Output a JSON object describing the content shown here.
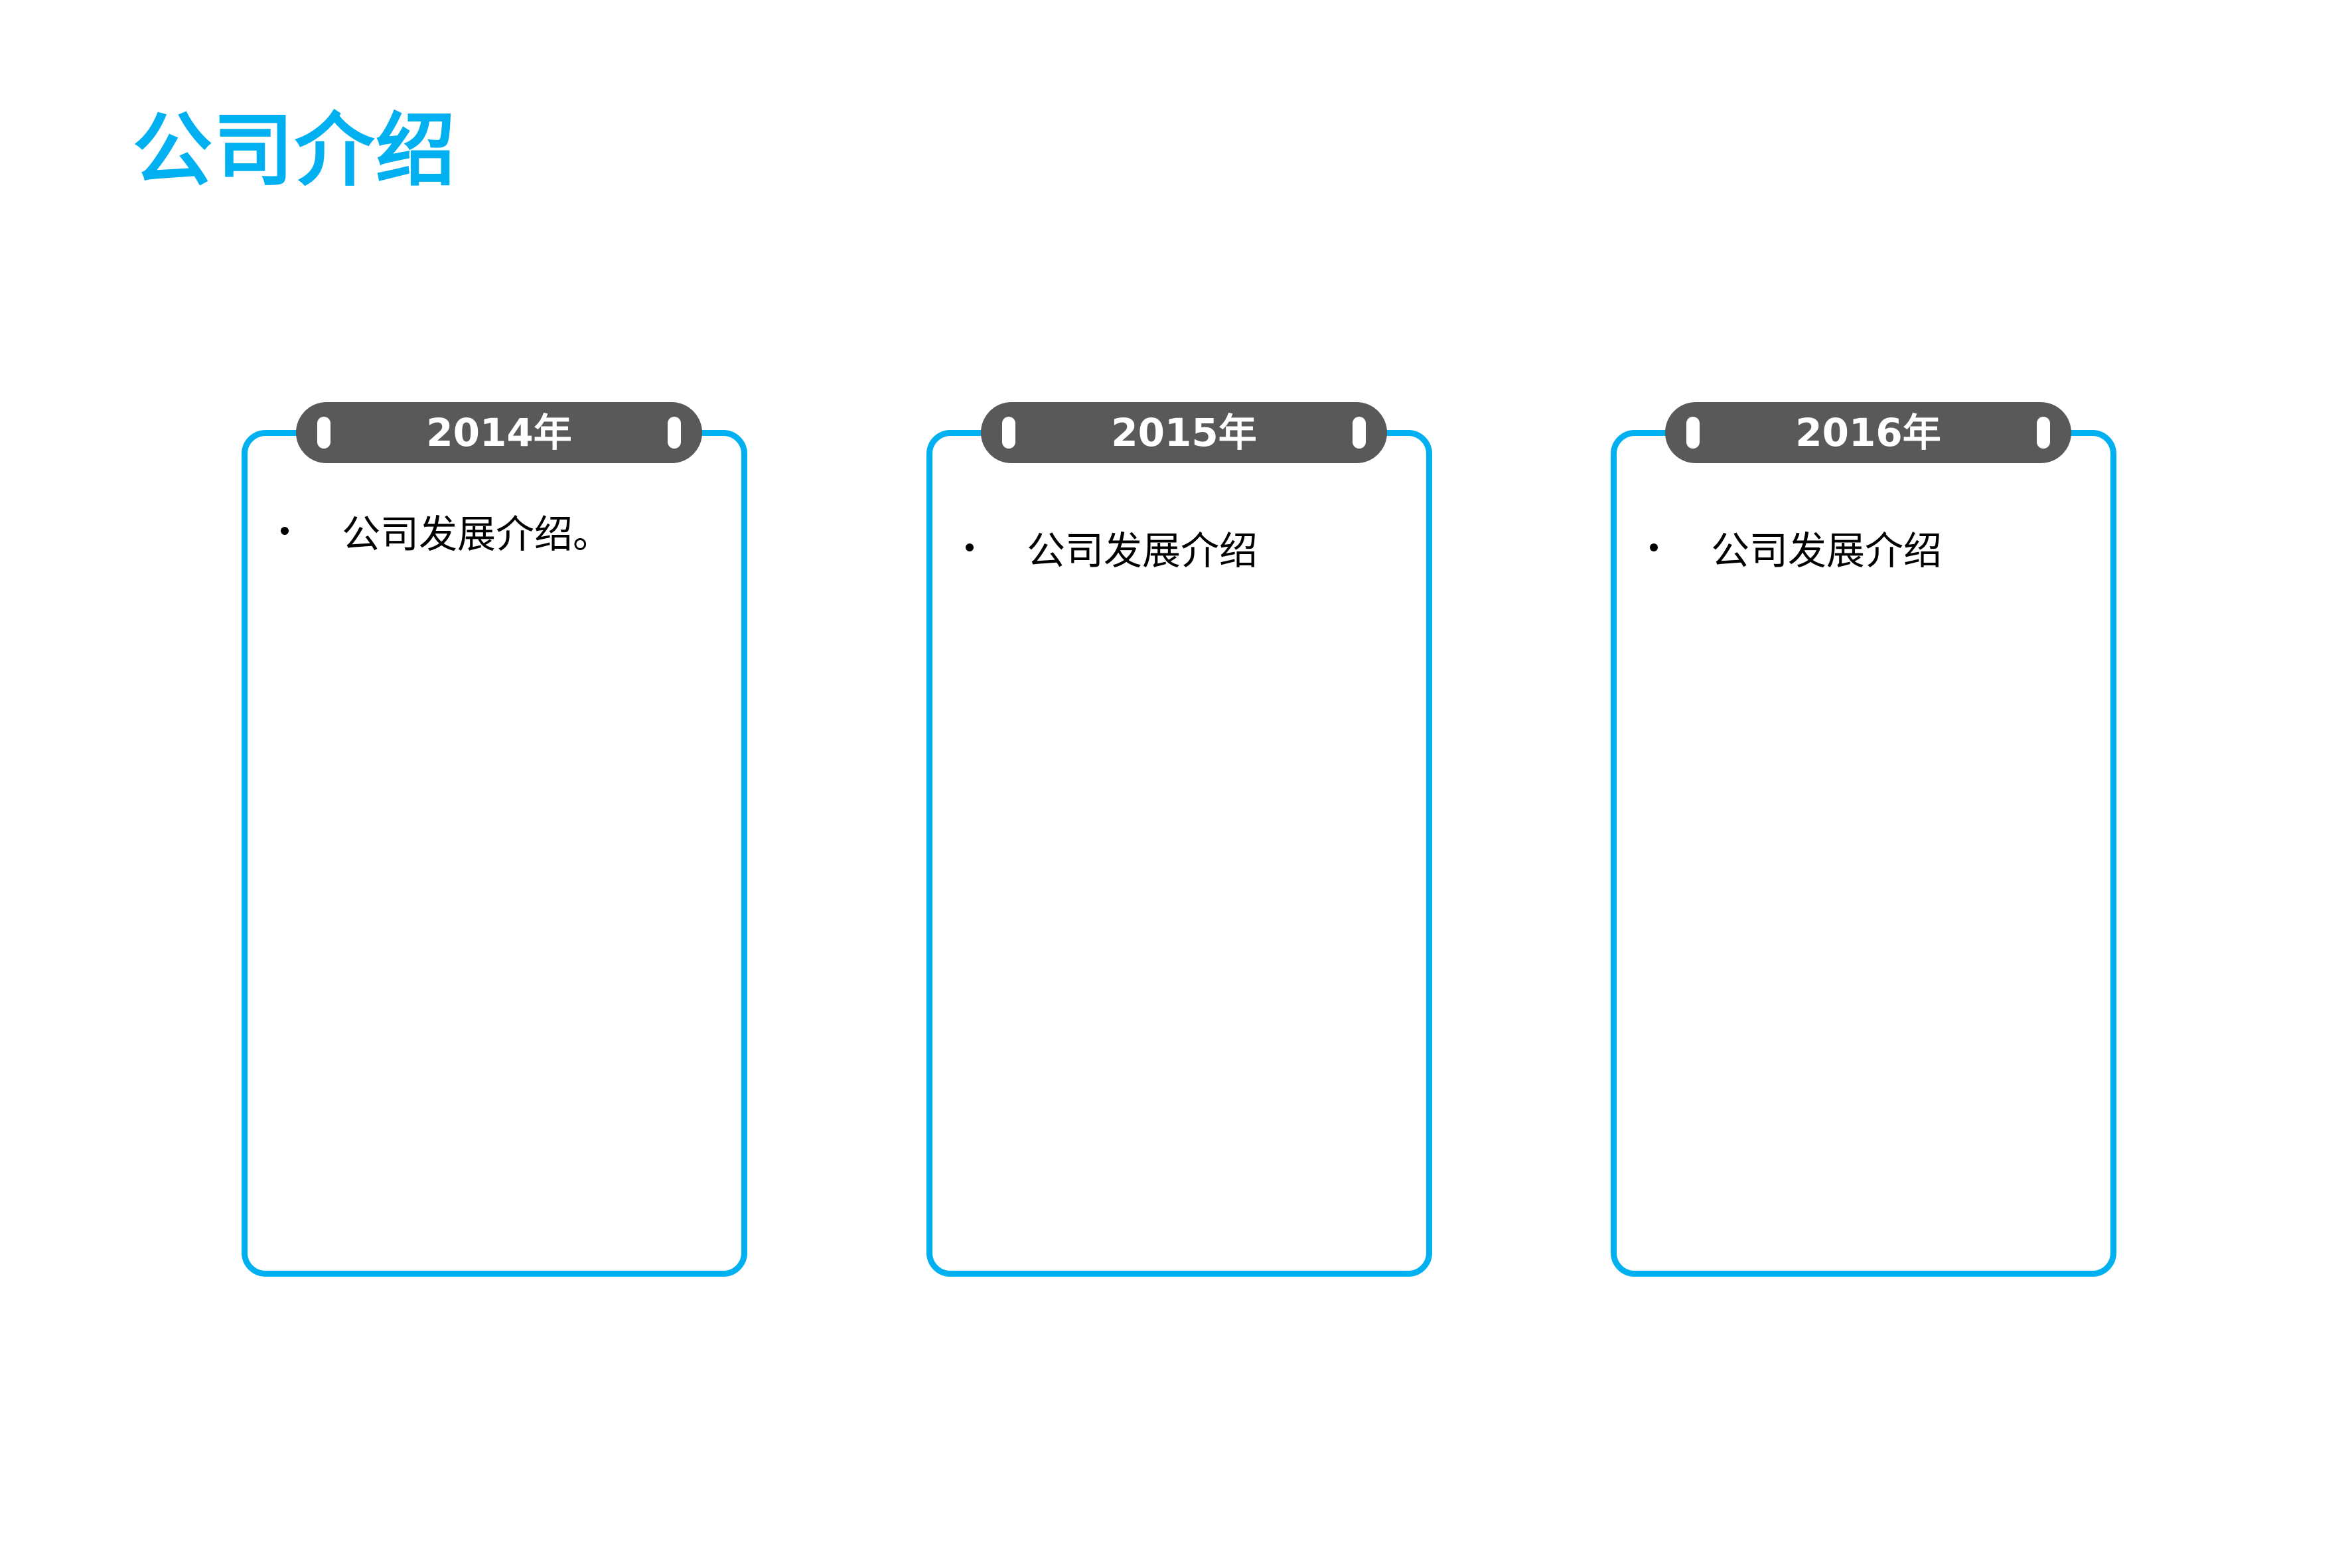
{
  "title": "公司介绍",
  "colors": {
    "accent": "#00b0f0",
    "tab": "#595959",
    "background": "#ffffff",
    "text": "#000000"
  },
  "cards": [
    {
      "year": "2014年",
      "bullets": [
        "公司发展介绍。"
      ]
    },
    {
      "year": "2015年",
      "bullets": [
        "公司发展介绍"
      ]
    },
    {
      "year": "2016年",
      "bullets": [
        "公司发展介绍"
      ]
    }
  ]
}
